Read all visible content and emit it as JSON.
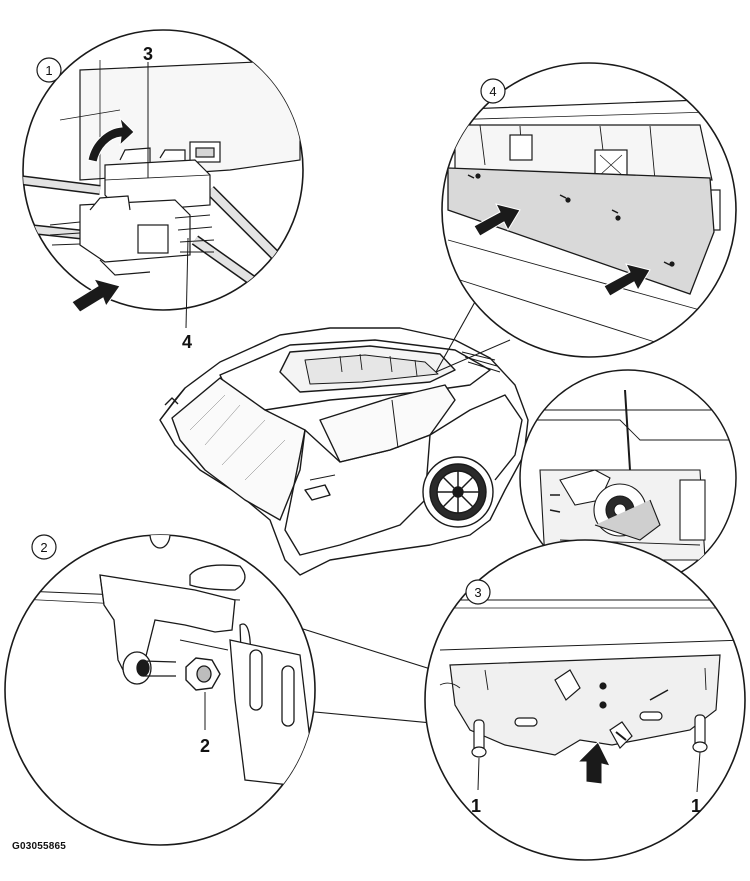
{
  "figure": {
    "id_code": "G03055865"
  },
  "detail_views": [
    {
      "view_number": "1",
      "callouts": [
        "3",
        "4"
      ],
      "arrows": [
        "rotate",
        "push"
      ]
    },
    {
      "view_number": "4",
      "arrows": [
        "push",
        "push"
      ]
    },
    {
      "view_number": "2",
      "callouts": [
        "2"
      ]
    },
    {
      "view_number": "3",
      "callouts": [
        "1",
        "1"
      ],
      "arrows": [
        "push"
      ]
    }
  ],
  "colors": {
    "line": "#1a1a1a",
    "background": "#ffffff",
    "panel_fill": "#d9d9d9",
    "shade": "#eeeeee"
  }
}
